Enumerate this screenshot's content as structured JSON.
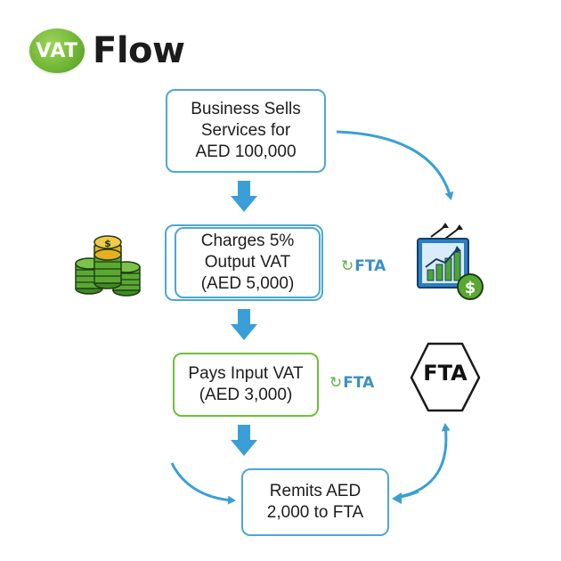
{
  "header": {
    "logo_text": "VAT",
    "title": "Flow"
  },
  "steps": [
    {
      "id": "sell",
      "text": "Business Sells\nServices for\nAED 100,000"
    },
    {
      "id": "output",
      "text": "Charges 5%\nOutput VAT\n(AED 5,000)"
    },
    {
      "id": "input",
      "text": "Pays Input VAT\n(AED 3,000)"
    },
    {
      "id": "remit",
      "text": "Remits AED\n2,000 to FTA"
    }
  ],
  "tags": {
    "fta_1": "FTA",
    "fta_2": "FTA",
    "fta_hex": "FTA"
  },
  "icons": {
    "coins": "coin-stacks-icon",
    "dollar_coin": "dollar-icon",
    "growth_chart": "growth-chart-icon",
    "fta_badge": "hexagon-badge-icon",
    "loop": "loop-arrow-icon"
  },
  "colors": {
    "accent_blue": "#3a9fd6",
    "box_blue": "#4da6d9",
    "box_green": "#6fbf3a",
    "logo_green": "#6fb534",
    "coin_green": "#4a9a2c",
    "coin_gold": "#e8b020"
  }
}
